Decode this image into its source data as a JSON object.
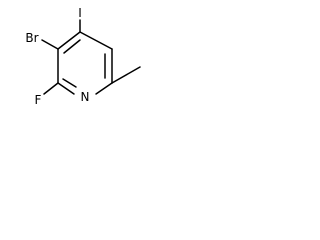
{
  "molecule": {
    "atoms": {
      "iodine": "I",
      "bromine": "Br",
      "fluorine": "F",
      "nitrogen": "N"
    },
    "colors": {
      "background": "#ffffff",
      "ink": "#000000"
    }
  }
}
